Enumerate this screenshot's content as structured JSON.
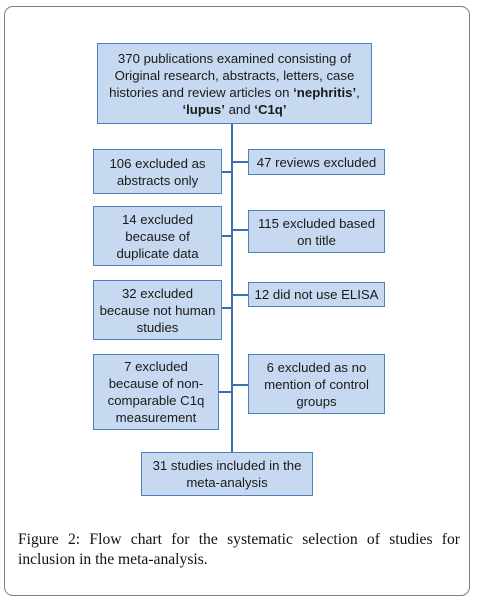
{
  "flowchart": {
    "top_box": {
      "line1": "370 publications examined consisting of",
      "line2": "Original research, abstracts, letters, case",
      "line3_pre": "histories and review articles on ",
      "term1": "‘nephritis’",
      "sep": ",",
      "term2": "‘lupus’",
      "and": " and ",
      "term3": "‘C1q’"
    },
    "left_boxes": [
      {
        "text": "106 excluded as abstracts only"
      },
      {
        "text": "14 excluded because of duplicate data"
      },
      {
        "text": "32 excluded because not human studies"
      },
      {
        "text": "7 excluded because of non-comparable C1q measurement"
      }
    ],
    "right_boxes": [
      {
        "text": "47 reviews excluded"
      },
      {
        "text": "115 excluded based on title"
      },
      {
        "text": "12 did not use ELISA"
      },
      {
        "text": "6 excluded as no mention of control groups"
      }
    ],
    "bottom_box": {
      "text": "31 studies included in the meta-analysis"
    }
  },
  "caption": {
    "text": "Figure 2: Flow chart for the systematic selection of studies for inclusion in the meta-analysis."
  },
  "colors": {
    "box_fill": "#c6d9f1",
    "box_border": "#4f81bd",
    "connector": "#3d6fb3"
  }
}
